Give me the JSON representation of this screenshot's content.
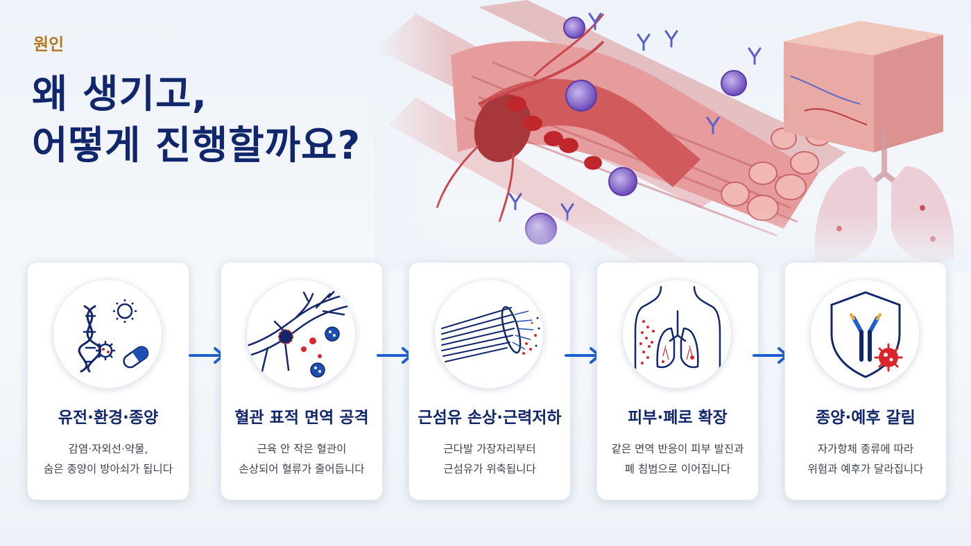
{
  "header": {
    "eyebrow": "원인",
    "title_line1": "왜 생기고,",
    "title_line2": "어떻게 진행할까요?"
  },
  "steps": [
    {
      "title": "유전·환경·종양",
      "desc_line1": "감염·자외선·약물,",
      "desc_line2": "숨은 종양이 방아쇠가 됩니다",
      "icon": "dna-sun-virus-pill-icon"
    },
    {
      "title": "혈관 표적 면역 공격",
      "desc_line1": "근육 안 작은 혈관이",
      "desc_line2": "손상되어 혈류가 줄어듭니다",
      "icon": "blood-vessel-immune-attack-icon"
    },
    {
      "title": "근섬유 손상·근력저하",
      "desc_line1": "근다발 가장자리부터",
      "desc_line2": "근섬유가 위축됩니다",
      "icon": "muscle-fiber-damage-icon"
    },
    {
      "title": "피부·폐로 확장",
      "desc_line1": "같은 면역 반응이 피부 발진과",
      "desc_line2": "폐 침범으로 이어집니다",
      "icon": "skin-lung-icon"
    },
    {
      "title": "종양·예후 갈림",
      "desc_line1": "자가항체 종류에 따라",
      "desc_line2": "위험과 예후가 달라집니다",
      "icon": "shield-antibody-icon"
    }
  ],
  "colors": {
    "navy": "#11266b",
    "gold": "#b07a1e",
    "arrow": "#1e5fd0",
    "accent_red": "#d9252b"
  }
}
